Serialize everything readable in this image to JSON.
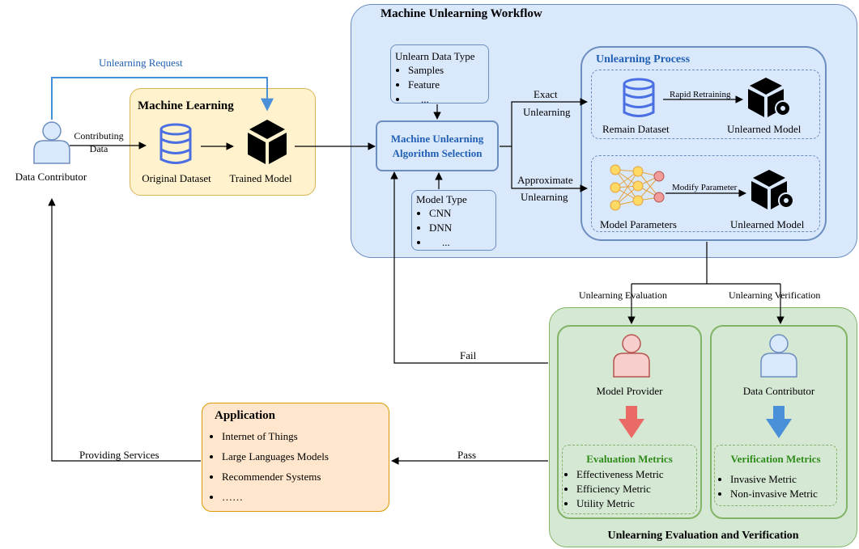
{
  "workflow": {
    "title": "Machine Unlearning Workflow",
    "unlearn_data_type": {
      "title": "Unlearn Data Type",
      "items": [
        "Samples",
        "Feature",
        "..."
      ]
    },
    "algorithm_selection": {
      "line1": "Machine Unlearning",
      "line2": "Algorithm Selection"
    },
    "model_type": {
      "title": "Model Type",
      "items": [
        "CNN",
        "DNN",
        "..."
      ]
    },
    "exact_label": {
      "line1": "Exact",
      "line2": "Unlearning"
    },
    "approx_label": {
      "line1": "Approximate",
      "line2": "Unlearning"
    },
    "process": {
      "title": "Unlearning Process",
      "exact": {
        "source": "Remain Dataset",
        "action": "Rapid Retraining",
        "target": "Unlearned Model"
      },
      "approx": {
        "source": "Model Parameters",
        "action": "Modify Parameter",
        "target": "Unlearned Model"
      }
    }
  },
  "left": {
    "contributor": "Data Contributor",
    "request_label": "Unlearning Request",
    "contributing_label": {
      "line1": "Contributing",
      "line2": "Data"
    },
    "providing_label": "Providing Services"
  },
  "ml": {
    "title": "Machine Learning",
    "dataset": "Original Dataset",
    "model": "Trained Model"
  },
  "branch_labels": {
    "evaluation": "Unlearning Evaluation",
    "verification": "Unlearning Verification"
  },
  "eval_verif": {
    "title": "Unlearning Evaluation and Verification",
    "provider": {
      "role": "Model Provider",
      "metrics_title": "Evaluation Metrics",
      "metrics": [
        "Effectiveness Metric",
        "Efficiency Metric",
        "Utility Metric"
      ]
    },
    "contributor": {
      "role": "Data Contributor",
      "metrics_title": "Verification Metrics",
      "metrics": [
        "Invasive Metric",
        "Non-invasive Metric"
      ]
    }
  },
  "flow_labels": {
    "fail": "Fail",
    "pass": "Pass"
  },
  "application": {
    "title": "Application",
    "items": [
      "Internet of Things",
      "Large Languages Models",
      "Recommender Systems",
      "……"
    ]
  },
  "colors": {
    "blue_panel": "#dae8fc",
    "blue_border": "#6c8ebf",
    "yellow_panel": "#fff2cc",
    "yellow_border": "#d6b656",
    "green_panel": "#d5e8d4",
    "green_border": "#82b366",
    "orange_panel": "#ffe6cc",
    "orange_border": "#d79b00",
    "title_blue": "#2160b4",
    "title_green": "#2e8b1a"
  }
}
